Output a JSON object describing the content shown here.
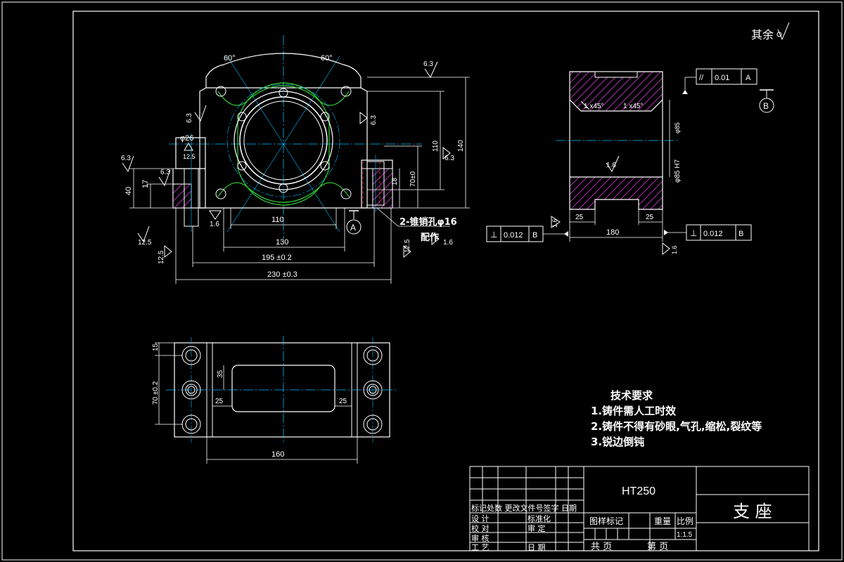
{
  "roughness_note": "其余",
  "front_view": {
    "angle_left": "60°",
    "angle_right": "60°",
    "rough_top": "6.3",
    "rough_left_tab": "6.3",
    "rough_right_tab": "6.3",
    "rough_left_face": "6.3",
    "rough_right_face": "6.3",
    "rough_step": "6.3",
    "rough_base_left": "12.5",
    "rough_base_far": "12.5",
    "rough_base_right": "12.5",
    "rough_pin": "1.6",
    "rough_foot": "1.6",
    "dia_label": "φ26",
    "dia_rough": "12.5",
    "dim_40": "40",
    "dim_17": "17",
    "dim_110w": "110",
    "dim_130": "130",
    "dim_195": "195 ±0.2",
    "dim_230": "230 ±0.3",
    "dim_18": "18",
    "dim_70": "70±0",
    "dim_110h": "110",
    "dim_140": "140",
    "datum_a": "A",
    "pin_note_1": "2-锥销孔φ16",
    "pin_note_2": "配作"
  },
  "side_view": {
    "tol_top_sym": "//",
    "tol_top_val": "0.01",
    "tol_top_ref": "A",
    "datum_b": "B",
    "chamfer_1": "1 x45°",
    "chamfer_2": "1 x45°",
    "bore": "φ85 H7",
    "bore_small": "φ85",
    "rough_bore": "1.6",
    "dim_25l": "25",
    "dim_25r": "25",
    "dim_180": "180",
    "tol_left_sym": "⊥",
    "tol_left_val": "0.012",
    "tol_left_ref": "B",
    "tol_right_sym": "⊥",
    "tol_right_val": "0.012",
    "tol_right_ref": "B",
    "rough_left": "1.6",
    "rough_right": "1.6"
  },
  "top_view": {
    "dim_15": "15",
    "dim_70": "70 ±0.2",
    "dim_35": "35",
    "dim_25l": "25",
    "dim_25r": "25",
    "dim_160": "160"
  },
  "tech_req": {
    "title": "技术要求",
    "items": [
      "1.铸件需人工时效",
      "2.铸件不得有砂眼,气孔,缩松,裂纹等",
      "3.锐边倒钝"
    ]
  },
  "title_block": {
    "material": "HT250",
    "part_name": "支 座",
    "rev_header": "标记处数 更改文件号签字 日期",
    "design": "设 计",
    "proof": "校 对",
    "review": "审 核",
    "process": "工 艺",
    "standard": "标准化",
    "approve": "审 定",
    "date": "日 期",
    "stage": "图样标记",
    "weight": "重量",
    "scale_label": "比例",
    "scale": "1:1.5",
    "total": "共 页",
    "sheet": "第 页"
  },
  "colors": {
    "background": "#000000",
    "outline": "#ffffff",
    "centerline": "#00bfff",
    "hidden": "#ff3333",
    "bore_ring": "#33cc33",
    "hatch": "#b030b0",
    "magenta": "#ff00ff"
  }
}
